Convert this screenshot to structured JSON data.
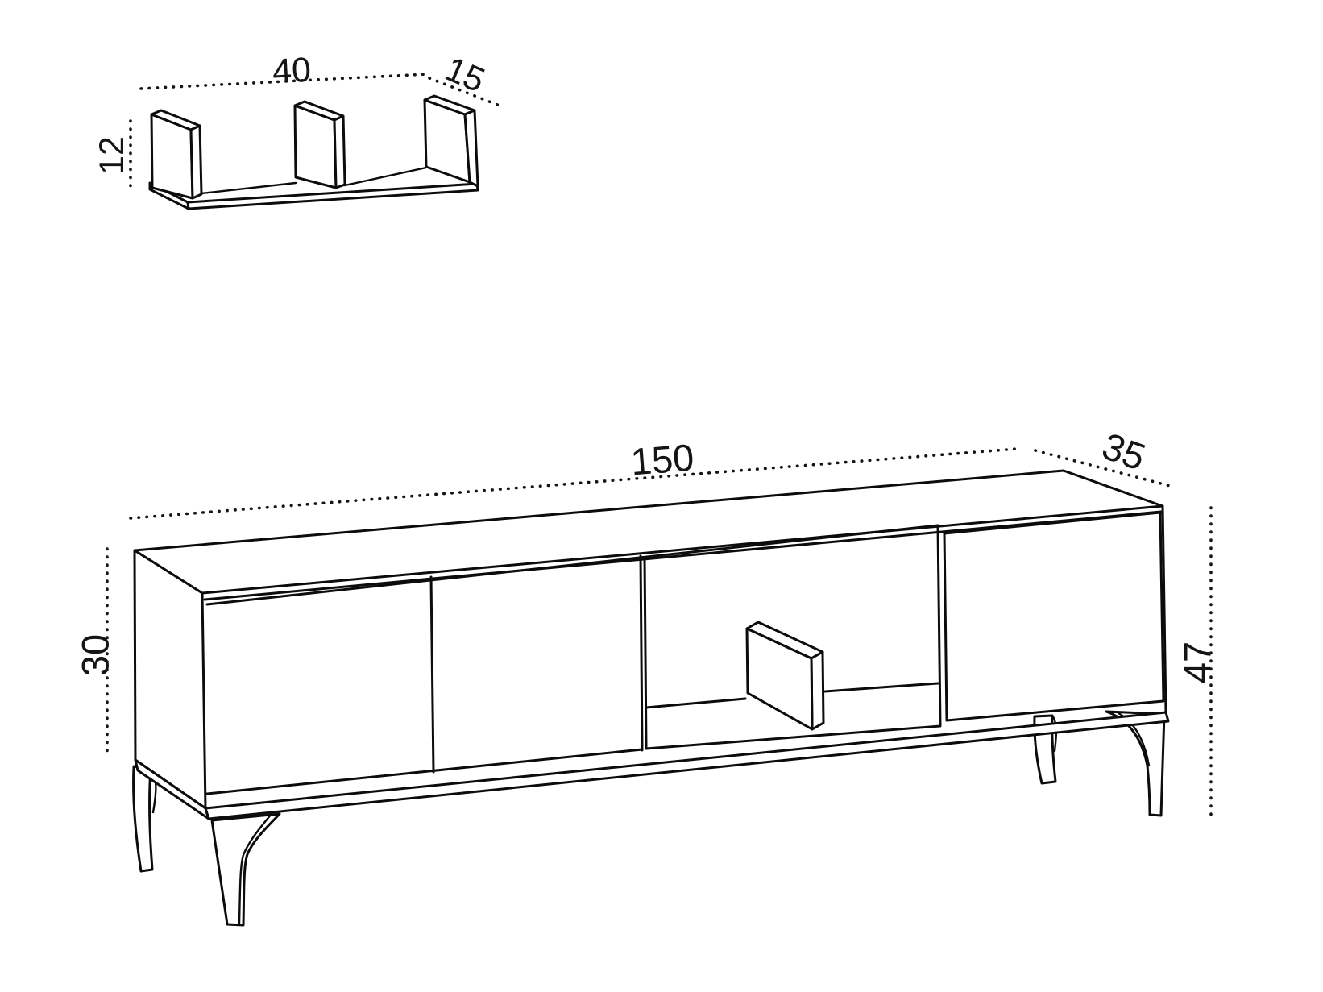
{
  "page": {
    "background": "#ffffff",
    "line_color": "#0c0c0c",
    "drawing_type": "furniture dimensional drawing"
  },
  "wall_shelf": {
    "name": "wall-shelf",
    "dim_width": "40",
    "dim_depth": "15",
    "dim_height": "12"
  },
  "tv_stand": {
    "name": "tv-stand",
    "dim_width": "150",
    "dim_depth": "35",
    "dim_body_height": "30",
    "dim_total_height": "47"
  }
}
